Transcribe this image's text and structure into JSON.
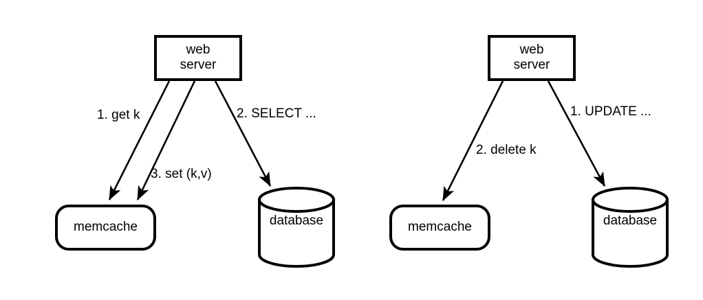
{
  "figure": {
    "background_color": "#ffffff",
    "stroke_color": "#000000",
    "text_color": "#000000"
  },
  "panels": [
    {
      "id": "read-path",
      "nodes": {
        "web_server": "web\nserver",
        "memcache": "memcache",
        "database": "database"
      },
      "edges": [
        {
          "id": "get",
          "label": "1. get k",
          "from": "web server",
          "to": "memcache"
        },
        {
          "id": "select",
          "label": "2. SELECT ...",
          "from": "web server",
          "to": "database"
        },
        {
          "id": "set",
          "label": "3. set (k,v)",
          "from": "web server",
          "to": "memcache"
        }
      ]
    },
    {
      "id": "write-path",
      "nodes": {
        "web_server": "web\nserver",
        "memcache": "memcache",
        "database": "database"
      },
      "edges": [
        {
          "id": "update",
          "label": "1. UPDATE ...",
          "from": "web server",
          "to": "database"
        },
        {
          "id": "delete",
          "label": "2. delete k",
          "from": "web server",
          "to": "memcache"
        }
      ]
    }
  ]
}
